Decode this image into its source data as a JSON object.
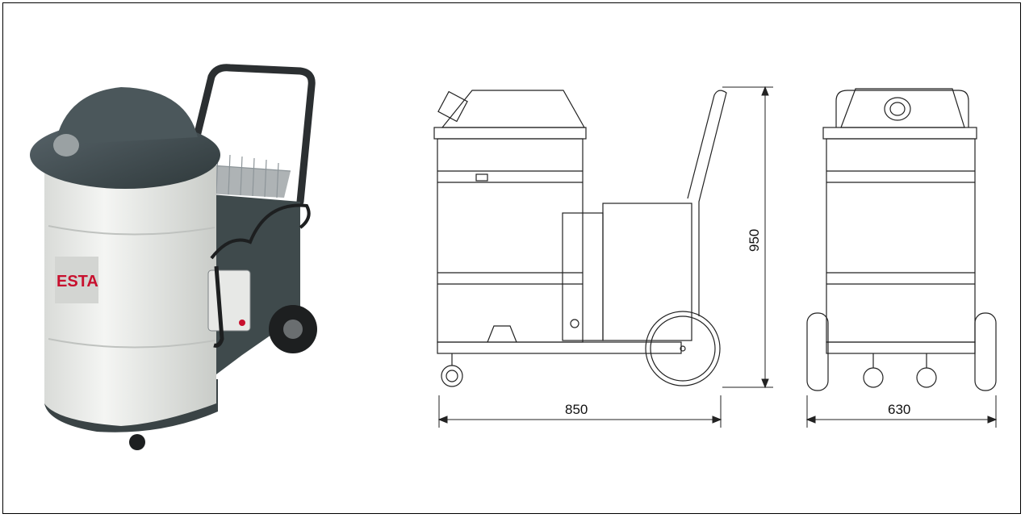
{
  "product": {
    "brand_text": "ESTA"
  },
  "drawing": {
    "dimensions": {
      "side_length": "850",
      "height": "950",
      "front_width": "630"
    }
  },
  "colors": {
    "body_dark": "#3f4a4c",
    "body_light": "#ebecea",
    "brand_red": "#c8102e",
    "line": "#222222"
  }
}
